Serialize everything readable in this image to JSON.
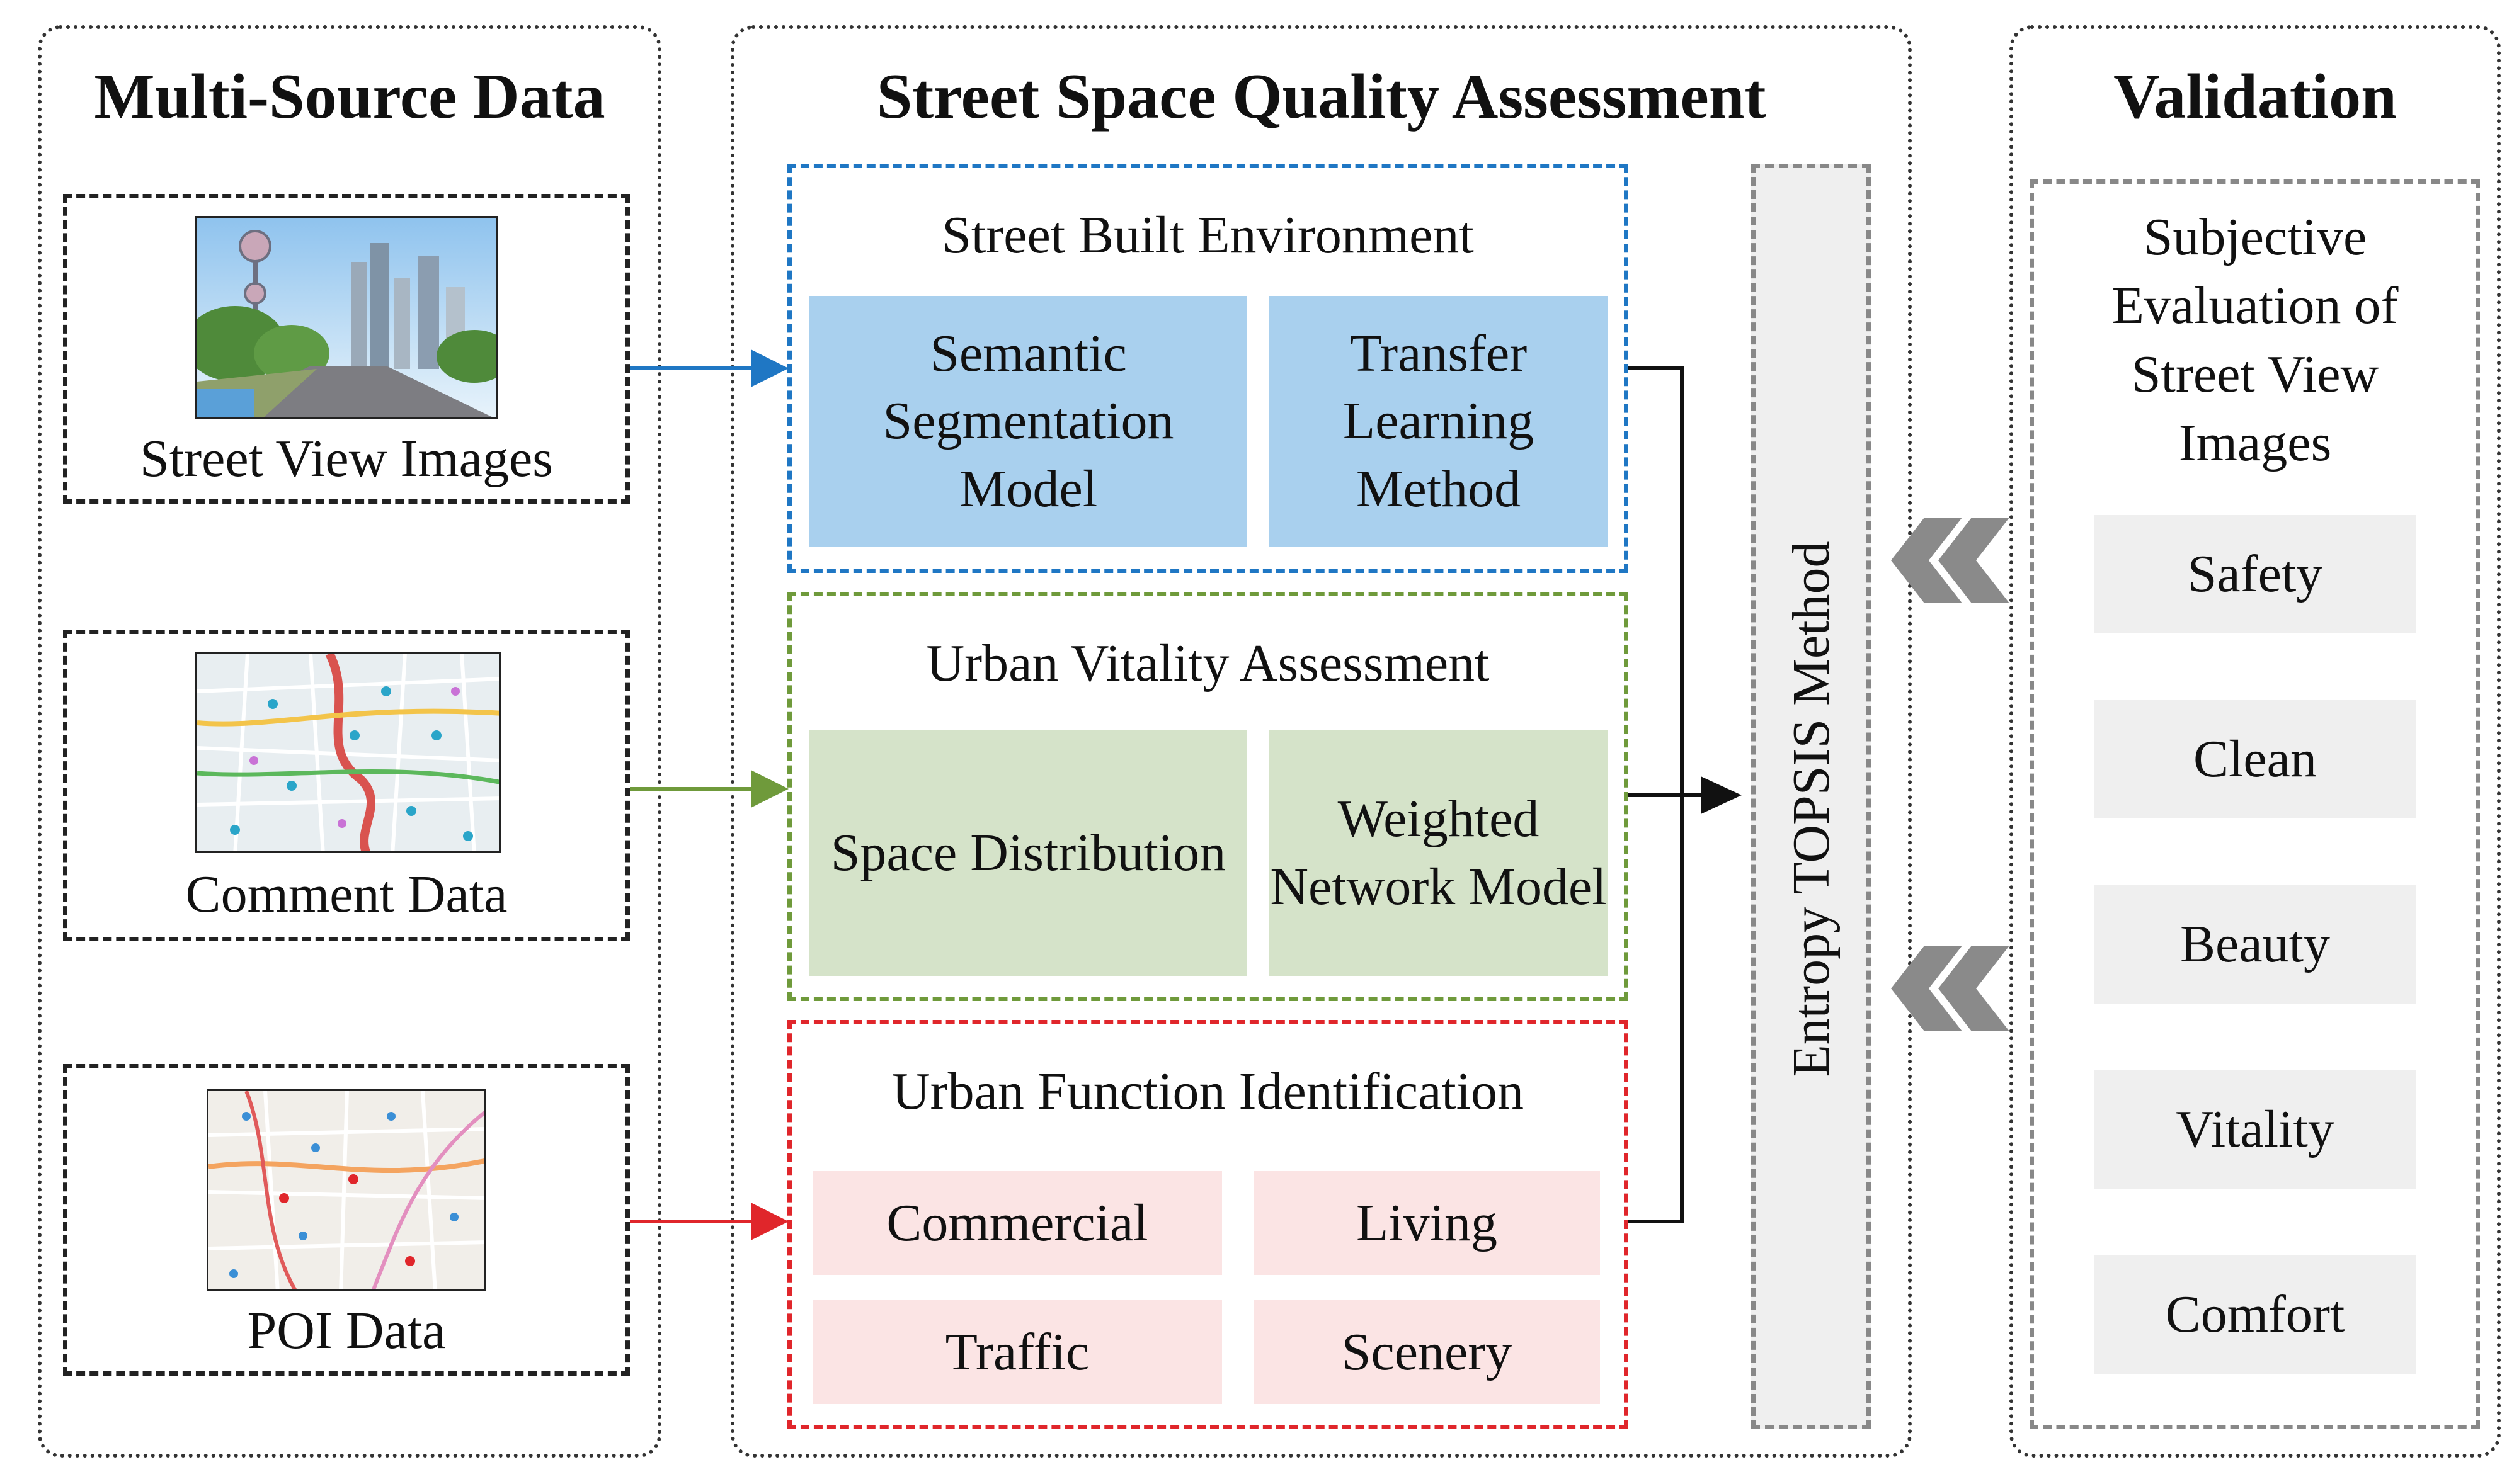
{
  "colors": {
    "blue": "#1f77c4",
    "green": "#6f9a3b",
    "red": "#e0262b",
    "blue_fill": "#a9d0ee",
    "green_fill": "#d5e3c9",
    "red_fill": "#fbe4e4",
    "gray_fill": "#efefef",
    "dark": "#111111"
  },
  "panels": {
    "left": {
      "title": "Multi-Source Data",
      "sources": [
        {
          "label": "Street View Images",
          "icon": "street-photo"
        },
        {
          "label": "Comment Data",
          "icon": "city-map"
        },
        {
          "label": "POI Data",
          "icon": "poi-map"
        }
      ]
    },
    "middle": {
      "title": "Street Space Quality Assessment",
      "groups": [
        {
          "title": "Street Built Environment",
          "items": [
            "Semantic Segmentation Model",
            "Transfer Learning Method"
          ]
        },
        {
          "title": "Urban Vitality Assessment",
          "items": [
            "Space Distribution",
            "Weighted Network Model"
          ]
        },
        {
          "title": "Urban Function Identification",
          "items": [
            "Commercial",
            "Living",
            "Traffic",
            "Scenery"
          ]
        }
      ],
      "method": "Entropy TOPSIS Method"
    },
    "right": {
      "title": "Validation",
      "subtitle": "Subjective Evaluation of Street View Images",
      "items": [
        "Safety",
        "Clean",
        "Beauty",
        "Vitality",
        "Comfort"
      ]
    }
  }
}
